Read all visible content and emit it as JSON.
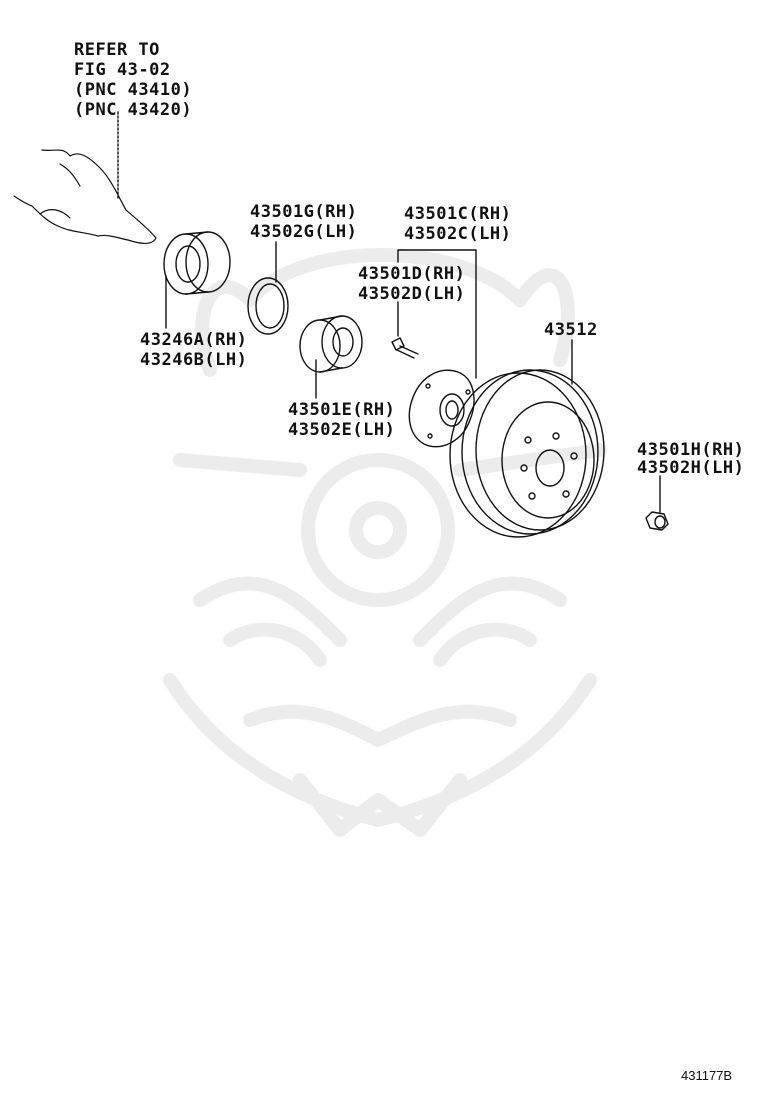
{
  "reference": {
    "line1": "REFER TO",
    "line2": "FIG 43-02",
    "line3": "(PNC 43410)",
    "line4": "(PNC 43420)"
  },
  "parts": {
    "p43501G": {
      "rh": "43501G(RH)",
      "lh": "43502G(LH)"
    },
    "p43501C": {
      "rh": "43501C(RH)",
      "lh": "43502C(LH)"
    },
    "p43501D": {
      "rh": "43501D(RH)",
      "lh": "43502D(LH)"
    },
    "p43512": {
      "label": "43512"
    },
    "p43246": {
      "rh": "43246A(RH)",
      "lh": "43246B(LH)"
    },
    "p43501E": {
      "rh": "43501E(RH)",
      "lh": "43502E(LH)"
    },
    "p43501H": {
      "rh": "43501H(RH)",
      "lh": "43502H(LH)"
    }
  },
  "figure_id": "431177B",
  "colors": {
    "ink": "#111111",
    "watermark": "#ededed"
  }
}
